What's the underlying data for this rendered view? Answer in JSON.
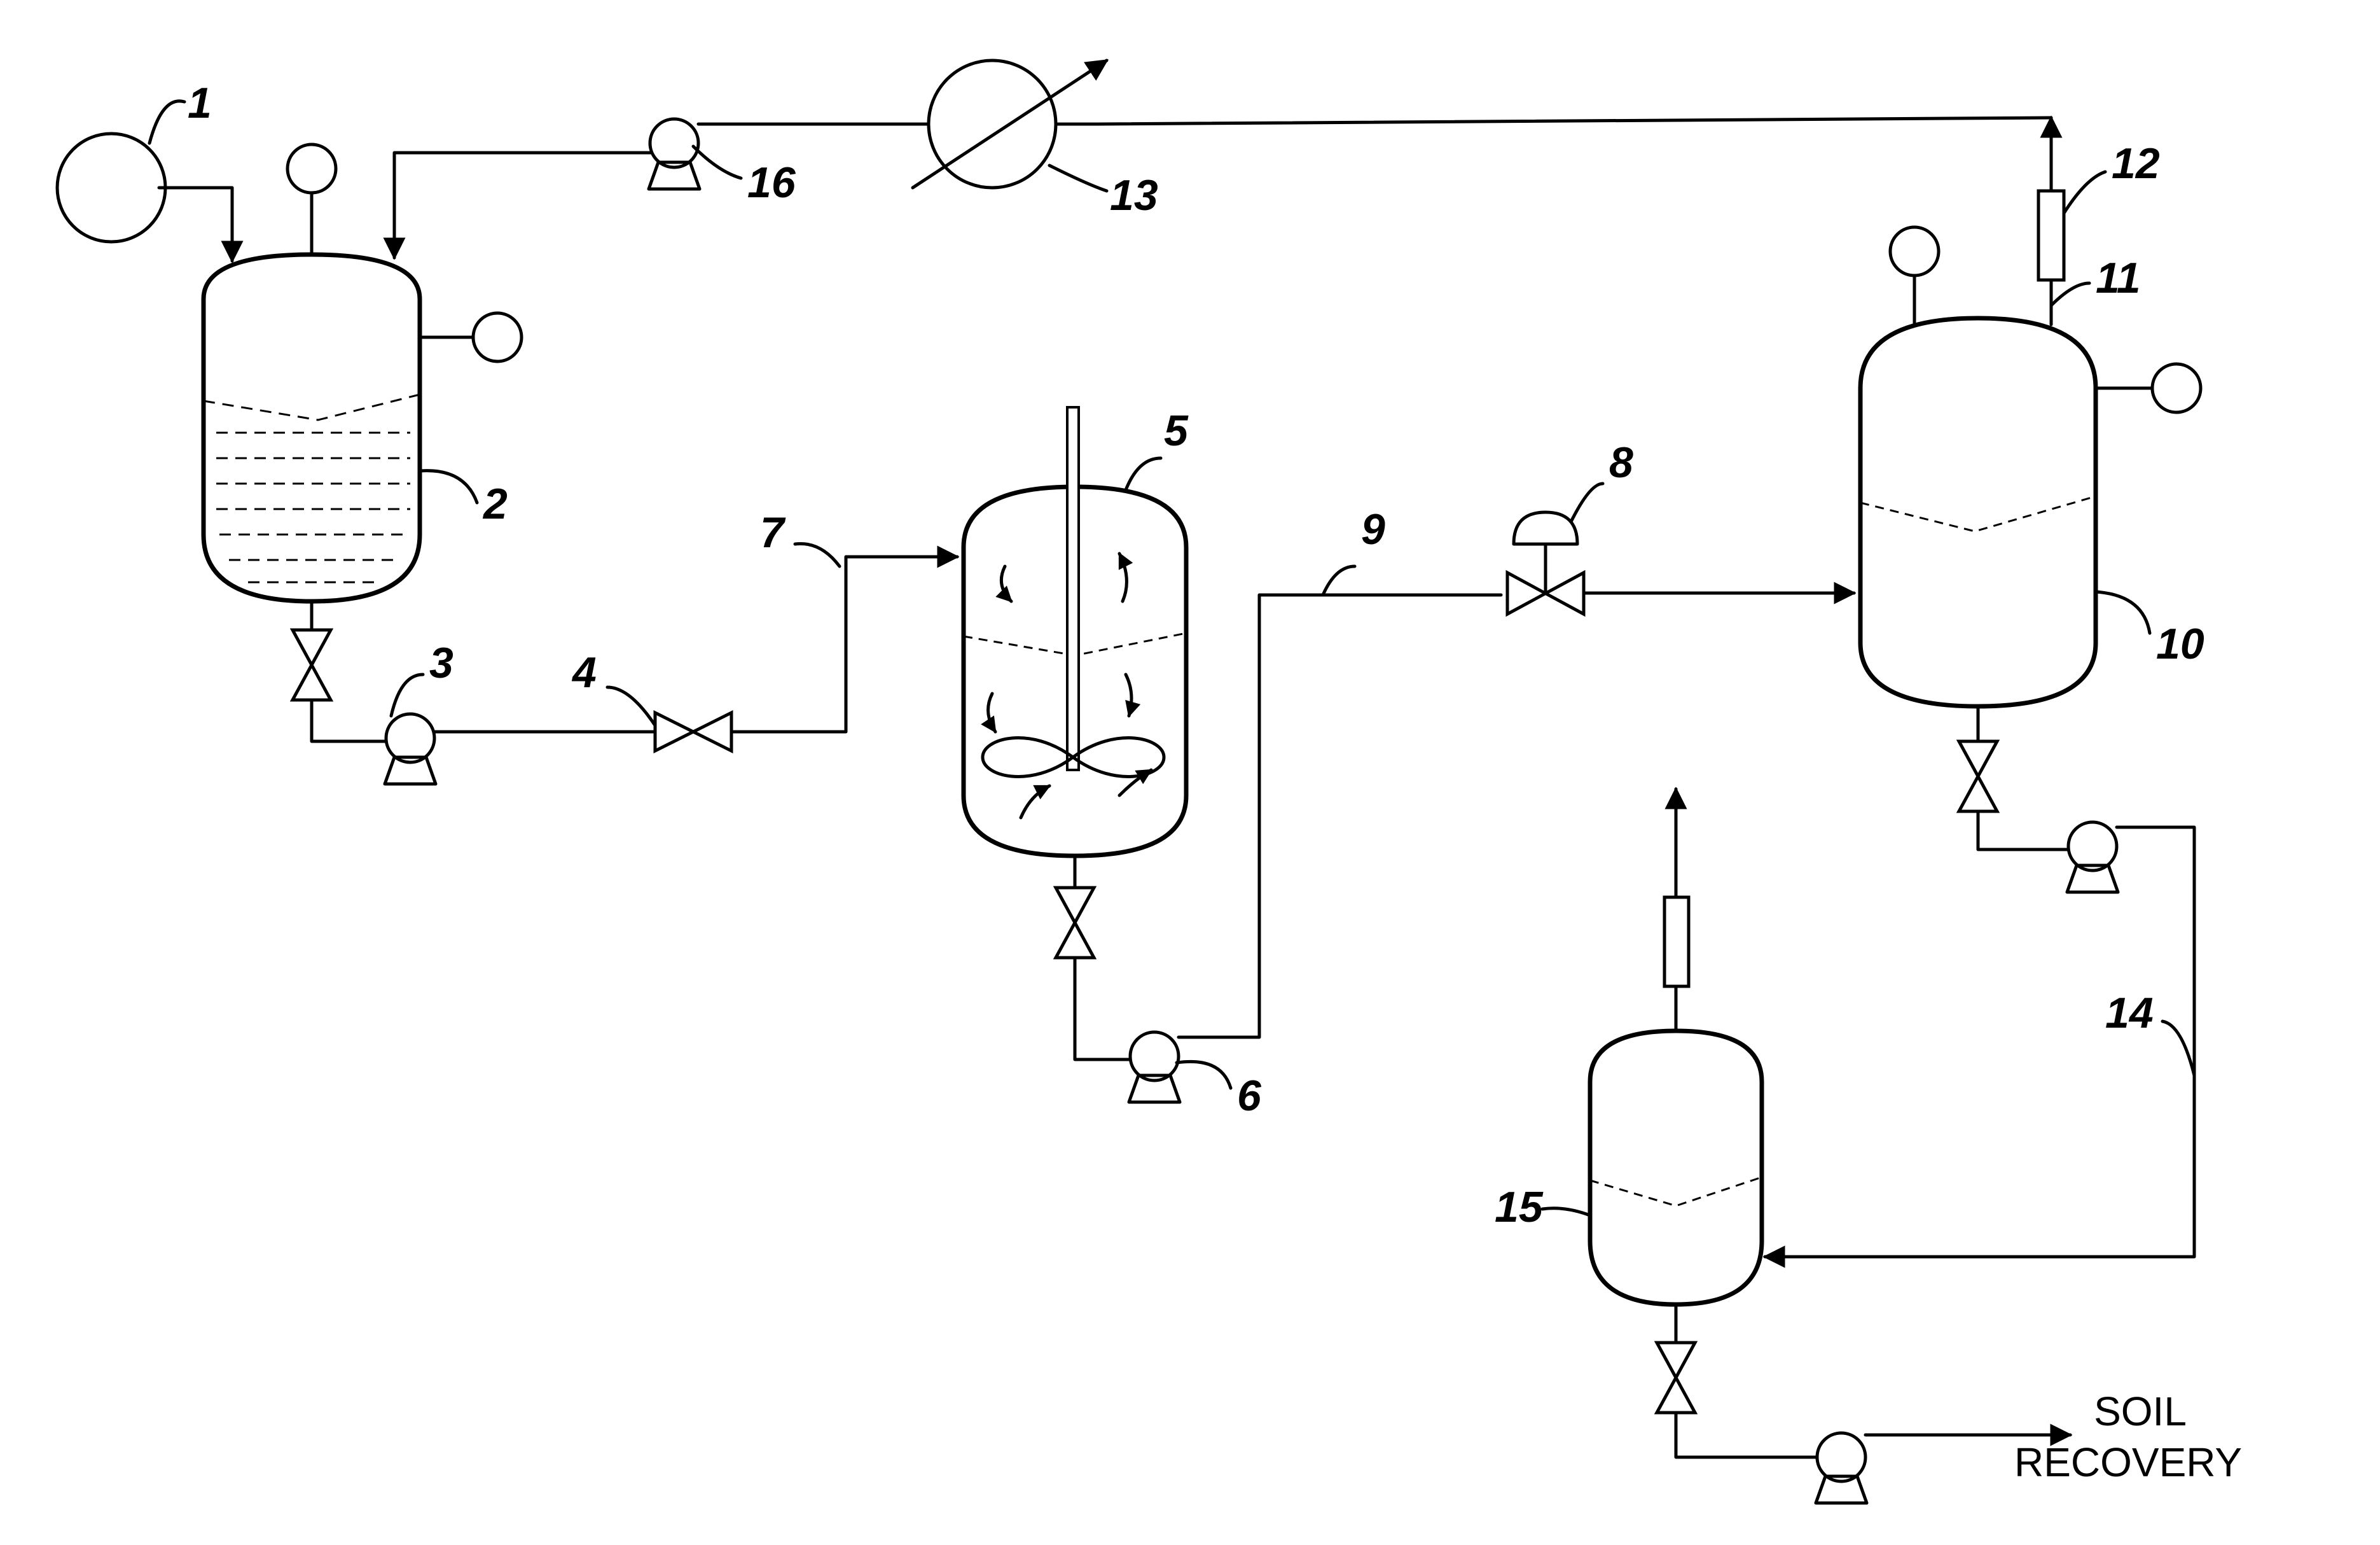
{
  "labels": {
    "n1": "1",
    "n2": "2",
    "n3": "3",
    "n4": "4",
    "n5": "5",
    "n6": "6",
    "n7": "7",
    "n8": "8",
    "n9": "9",
    "n10": "10",
    "n11": "11",
    "n12": "12",
    "n13": "13",
    "n14": "14",
    "n15": "15",
    "n16": "16"
  },
  "outlet": {
    "line1": "SOIL",
    "line2": "RECOVERY"
  }
}
